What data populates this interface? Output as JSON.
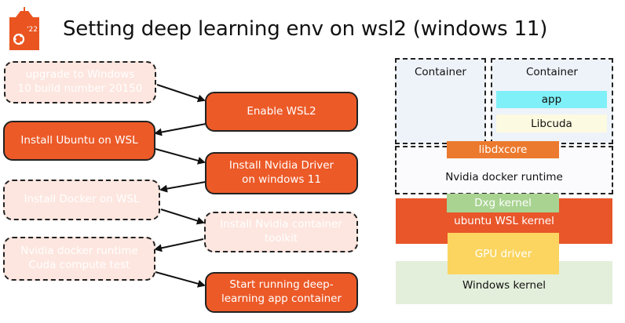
{
  "header": {
    "title": "Setting deep learning env on wsl2 (windows 11)",
    "logo_text": "'22"
  },
  "steps": [
    {
      "label": "upgrade to Windows\n10 build number 20150",
      "style": "dashed"
    },
    {
      "label": "Enable WSL2",
      "style": "solid"
    },
    {
      "label": "Install Ubuntu on WSL",
      "style": "solid"
    },
    {
      "label": "Install Nvidia Driver\non windows 11",
      "style": "solid"
    },
    {
      "label": "Install Docker on WSL",
      "style": "dashed"
    },
    {
      "label": "Install Nvidia container\ntoolkit",
      "style": "dashed"
    },
    {
      "label": "Nvidia docker runtime\nCuda compute test",
      "style": "dashed"
    },
    {
      "label": "Start running deep-\nlearning app container",
      "style": "solid"
    }
  ],
  "stack": {
    "container_left": "Container",
    "container_right": "Container",
    "app": "app",
    "libcuda": "Libcuda",
    "libdxcore": "libdxcore",
    "runtime": "Nvidia docker runtime",
    "dxg_kernel": "Dxg kernel",
    "ubuntu_kernel": "ubuntu  WSL kernel",
    "gpu_driver": "GPU driver",
    "windows_kernel": "Windows kernel"
  },
  "colors": {
    "accent_orange": "#ec5a28",
    "light_pink": "#fde6df",
    "cyan": "#7ff0f7",
    "yellow": "#fbd560",
    "green": "#a8d391",
    "light_green": "#e3efdb"
  }
}
